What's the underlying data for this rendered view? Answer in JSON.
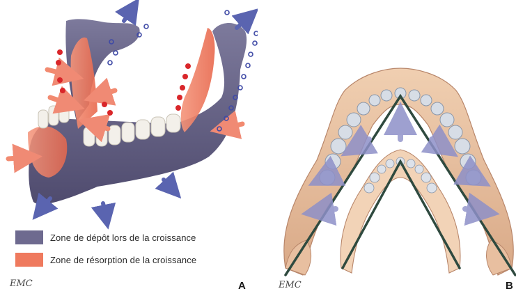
{
  "colors": {
    "deposit": "#6e6a8f",
    "resorption": "#ef7a5e",
    "bone": "#e9c3a3",
    "arrow": "#7e7fb8",
    "marker_minus": "#d9262a",
    "marker_plus": "#3f4aa6"
  },
  "legend": {
    "items": [
      {
        "label": "Zone de dépôt lors de la croissance",
        "color": "#6e6a8f"
      },
      {
        "label": "Zone de résorption de la croissance",
        "color": "#ef7a5e"
      }
    ]
  },
  "panels": [
    {
      "letter": "A",
      "logo": "EMC"
    },
    {
      "letter": "B",
      "logo": "EMC"
    }
  ]
}
